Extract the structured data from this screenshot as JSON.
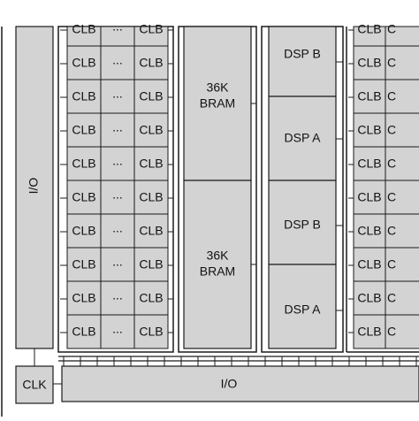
{
  "diagram": {
    "io_left_label": "I/O",
    "io_bottom_label": "I/O",
    "clk_label": "CLK",
    "clb_label": "CLB",
    "ellipsis": "...",
    "bram_line1": "36K",
    "bram_line2": "BRAM",
    "dsp_a": "DSP A",
    "dsp_b": "DSP B",
    "right_clb_label": "CLB",
    "right_clipped_label": "C"
  },
  "colors": {
    "block_fill": "#d3d3d3",
    "stroke": "#1a1a1a",
    "background": "#ffffff"
  }
}
